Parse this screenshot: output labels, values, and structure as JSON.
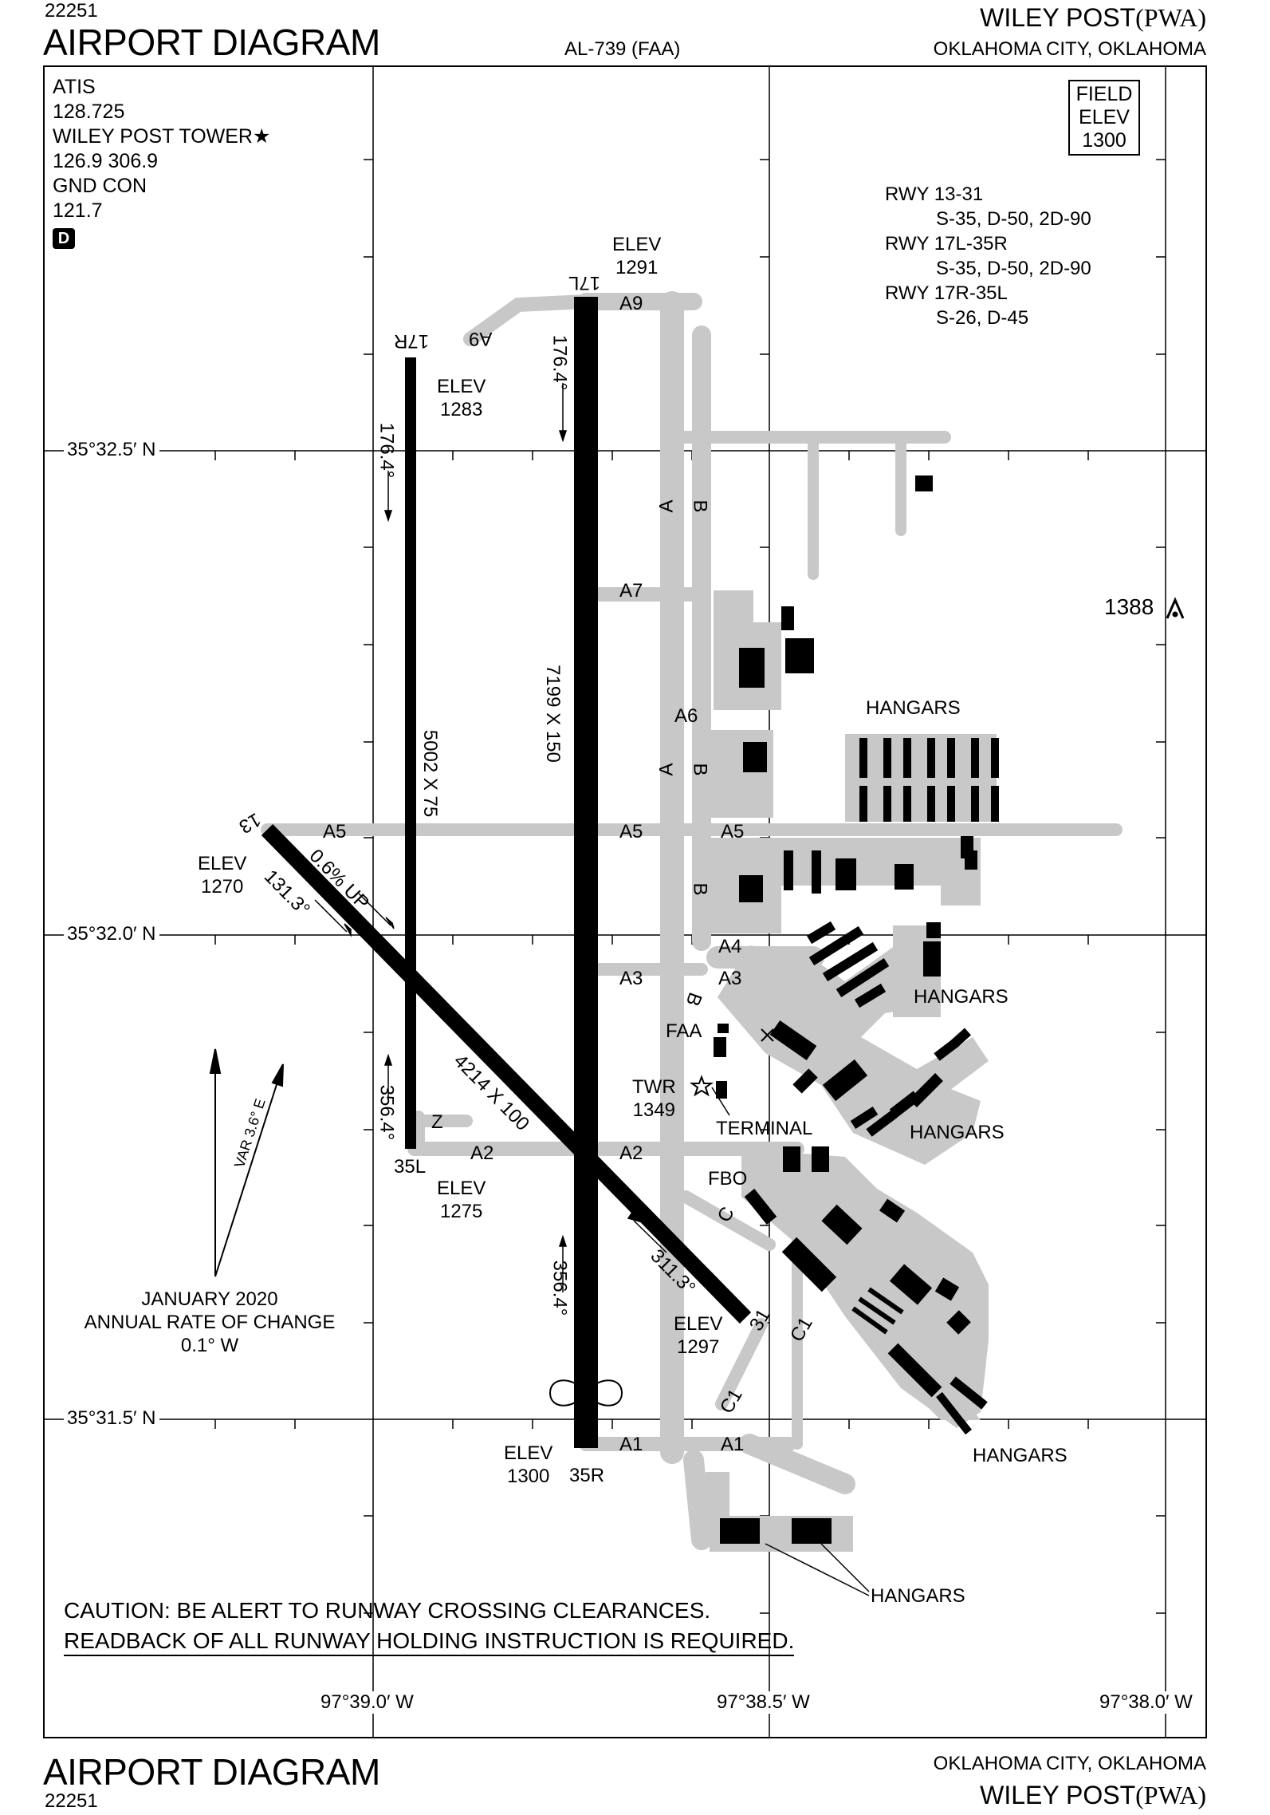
{
  "header": {
    "code_top": "22251",
    "title_top": "AIRPORT DIAGRAM",
    "doc_id": "AL-739 (FAA)",
    "airport_name": "WILEY POST",
    "airport_ident": "(PWA)",
    "city_state": "OKLAHOMA CITY, OKLAHOMA"
  },
  "footer": {
    "title_bottom": "AIRPORT DIAGRAM",
    "code_bottom": "22251",
    "city_state": "OKLAHOMA CITY, OKLAHOMA",
    "airport_name": "WILEY POST",
    "airport_ident": "(PWA)"
  },
  "comms": {
    "atis_label": "ATIS",
    "atis_freq": "128.725",
    "tower_label": "WILEY POST TOWER",
    "tower_star": "★",
    "tower_freq": "126.9  306.9",
    "gnd_label": "GND CON",
    "gnd_freq": "121.7",
    "atis_d_badge": "D"
  },
  "field_elev": {
    "line1": "FIELD",
    "line2": "ELEV",
    "value": "1300"
  },
  "runway_info": [
    {
      "rwy": "RWY 13-31",
      "strength": "S-35, D-50, 2D-90"
    },
    {
      "rwy": "RWY 17L-35R",
      "strength": "S-35, D-50, 2D-90"
    },
    {
      "rwy": "RWY 17R-35L",
      "strength": "S-26, D-45"
    }
  ],
  "obstacle": {
    "height": "1388"
  },
  "magnetic": {
    "var_label": "VAR 3.6° E",
    "date": "JANUARY 2020",
    "rate_label": "ANNUAL RATE OF CHANGE",
    "rate_value": "0.1° W"
  },
  "caution": {
    "line1": "CAUTION:  BE ALERT TO RUNWAY CROSSING CLEARANCES.",
    "line2": "READBACK OF ALL RUNWAY HOLDING INSTRUCTION IS REQUIRED."
  },
  "grid": {
    "lat_north": "35°32.5′ N",
    "lat_mid": "35°32.0′ N",
    "lat_south": "35°31.5′ N",
    "lon_west": "97°39.0′ W",
    "lon_mid": "97°38.5′ W",
    "lon_east": "97°38.0′ W"
  },
  "runways": {
    "r17l_end": "17L",
    "r35r_end": "35R",
    "r17r_end": "17R",
    "r35l_end": "35L",
    "r13_end": "13",
    "r31_end": "31",
    "r17l_dims": "7199 X 150",
    "r17r_dims": "5002 X 75",
    "r13_dims": "4214 X 100",
    "r17l_hdg": "176.4°",
    "r17r_hdg": "176.4°",
    "r35l_hdg": "356.4°",
    "r35r_hdg": "356.4°",
    "r13_hdg": "131.3°",
    "r31_hdg": "311.3°",
    "r13_gradient": "0.6% UP"
  },
  "elevations": {
    "label": "ELEV",
    "e1291": "1291",
    "e1283": "1283",
    "e1270": "1270",
    "e1275": "1275",
    "e1297": "1297",
    "e1300": "1300",
    "twr_label": "TWR",
    "twr_elev": "1349"
  },
  "taxiways": {
    "a9_top": "A9",
    "a9_diag": "A9",
    "a7": "A7",
    "a6": "A6",
    "a5_w": "A5",
    "a5_c": "A5",
    "a5_e": "A5",
    "a4": "A4",
    "a3_c": "A3",
    "a3_e": "A3",
    "a2_w": "A2",
    "a2_e": "A2",
    "a1_c": "A1",
    "a1_e": "A1",
    "a_n": "A",
    "a_m": "A",
    "b_n": "B",
    "b_m": "B",
    "b_s": "B",
    "b_t": "B",
    "c": "C",
    "c1_n": "C1",
    "c1_s": "C1",
    "z": "Z"
  },
  "facilities": {
    "hangars_1": "HANGARS",
    "hangars_2": "HANGARS",
    "hangars_3": "HANGARS",
    "hangars_4": "HANGARS",
    "hangars_5": "HANGARS",
    "faa": "FAA",
    "terminal": "TERMINAL",
    "fbo": "FBO"
  }
}
